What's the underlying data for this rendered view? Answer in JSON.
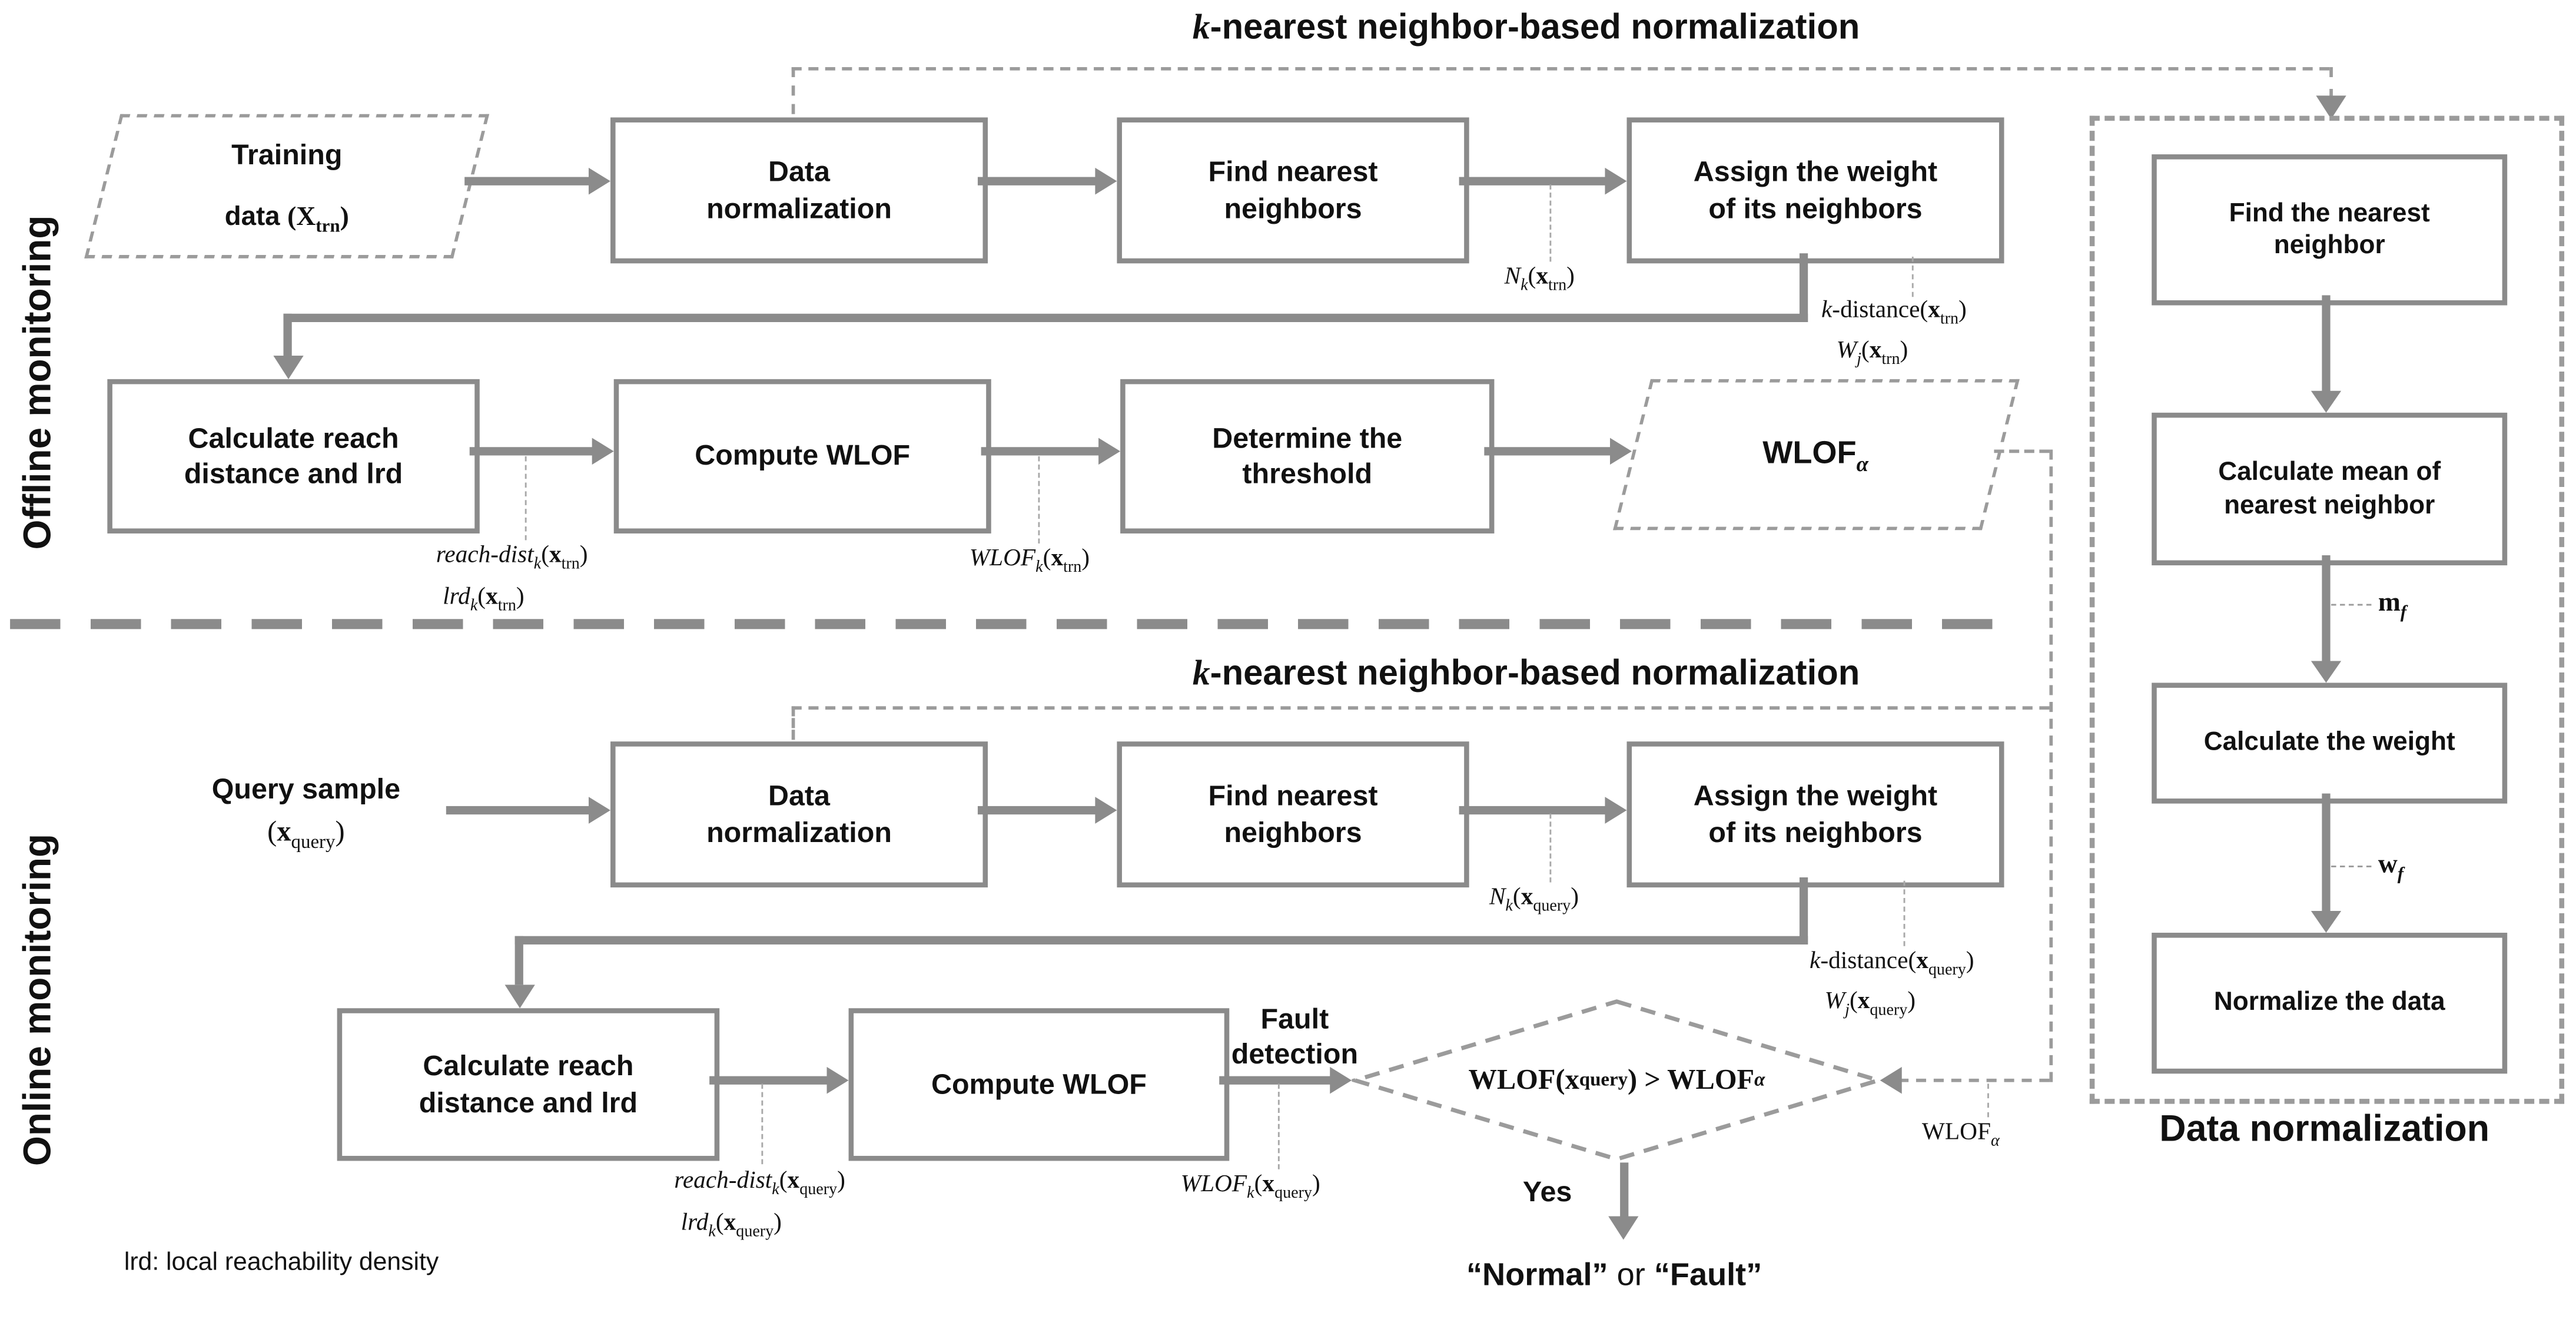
{
  "colors": {
    "line_solid": "#8b8b8b",
    "line_dashed": "#9b9b9b",
    "text": "#111111",
    "background": "#ffffff"
  },
  "sections": {
    "offline": "Offline monitoring",
    "online": "Online monitoring"
  },
  "knn_title": [
    [
      "bi",
      "k"
    ],
    [
      "sans-b",
      "-nearest neighbor-based normalization"
    ]
  ],
  "note": "lrd: local reachability density",
  "offline": {
    "input_line1": "Training",
    "input_line2": [
      [
        "sans-b",
        "data "
      ],
      [
        "r",
        "("
      ],
      [
        "b",
        "X"
      ],
      [
        "sub",
        "trn"
      ],
      [
        "r",
        ")"
      ]
    ],
    "box_normalize": "Data\nnormalization",
    "box_find": "Find nearest\nneighbors",
    "box_assign": "Assign the weight\nof its neighbors",
    "box_reach": "Calculate reach\ndistance and lrd",
    "box_wlof": "Compute WLOF",
    "box_threshold": "Determine the\nthreshold",
    "output_wlof_alpha": [
      [
        "sans-b",
        "WLOF"
      ],
      [
        "isub",
        "α"
      ]
    ],
    "lbl_nk": [
      [
        "i",
        "N"
      ],
      [
        "isub",
        "k"
      ],
      [
        "r",
        "("
      ],
      [
        "b",
        "x"
      ],
      [
        "sub",
        "trn"
      ],
      [
        "r",
        ")"
      ]
    ],
    "lbl_kdist": [
      [
        "i",
        "k"
      ],
      [
        "r",
        "-distance("
      ],
      [
        "b",
        "x"
      ],
      [
        "sub",
        "trn"
      ],
      [
        "r",
        ")"
      ]
    ],
    "lbl_wj": [
      [
        "i",
        "W"
      ],
      [
        "isub",
        "j"
      ],
      [
        "r",
        "("
      ],
      [
        "b",
        "x"
      ],
      [
        "sub",
        "trn"
      ],
      [
        "r",
        ")"
      ]
    ],
    "lbl_reachdist": [
      [
        "i",
        "reach-dist"
      ],
      [
        "isub",
        "k"
      ],
      [
        "r",
        "("
      ],
      [
        "b",
        "x"
      ],
      [
        "sub",
        "trn"
      ],
      [
        "r",
        ")"
      ]
    ],
    "lbl_lrd": [
      [
        "i",
        "lrd"
      ],
      [
        "isub",
        "k"
      ],
      [
        "r",
        "("
      ],
      [
        "b",
        "x"
      ],
      [
        "sub",
        "trn"
      ],
      [
        "r",
        ")"
      ]
    ],
    "lbl_wlofk": [
      [
        "i",
        "WLOF"
      ],
      [
        "isub",
        "k"
      ],
      [
        "r",
        "("
      ],
      [
        "b",
        "x"
      ],
      [
        "sub",
        "trn"
      ],
      [
        "r",
        ")"
      ]
    ]
  },
  "online": {
    "input_line1": "Query sample",
    "input_line2": [
      [
        "r",
        "("
      ],
      [
        "b",
        "x"
      ],
      [
        "sub",
        "query"
      ],
      [
        "r",
        ")"
      ]
    ],
    "box_normalize": "Data\nnormalization",
    "box_find": "Find nearest\nneighbors",
    "box_assign": "Assign the weight\nof its neighbors",
    "box_reach": "Calculate reach\ndistance and lrd",
    "box_wlof": "Compute WLOF",
    "fault_detection": "Fault\ndetection",
    "decision": [
      [
        "b",
        "WLOF("
      ],
      [
        "b",
        "x"
      ],
      [
        "bsub",
        "query"
      ],
      [
        "b",
        ") > WLOF"
      ],
      [
        "bisub",
        "α"
      ]
    ],
    "yes": "Yes",
    "result": [
      [
        "sans-b",
        "“Normal”"
      ],
      [
        "sans-r",
        " or "
      ],
      [
        "sans-b",
        "“Fault”"
      ]
    ],
    "lbl_nk": [
      [
        "i",
        "N"
      ],
      [
        "isub",
        "k"
      ],
      [
        "r",
        "("
      ],
      [
        "b",
        "x"
      ],
      [
        "sub",
        "query"
      ],
      [
        "r",
        ")"
      ]
    ],
    "lbl_kdist": [
      [
        "i",
        "k"
      ],
      [
        "r",
        "-distance("
      ],
      [
        "b",
        "x"
      ],
      [
        "sub",
        "query"
      ],
      [
        "r",
        ")"
      ]
    ],
    "lbl_wj": [
      [
        "i",
        "W"
      ],
      [
        "isub",
        "j"
      ],
      [
        "r",
        "("
      ],
      [
        "b",
        "x"
      ],
      [
        "sub",
        "query"
      ],
      [
        "r",
        ")"
      ]
    ],
    "lbl_reachdist": [
      [
        "i",
        "reach-dist"
      ],
      [
        "isub",
        "k"
      ],
      [
        "r",
        "("
      ],
      [
        "b",
        "x"
      ],
      [
        "sub",
        "query"
      ],
      [
        "r",
        ")"
      ]
    ],
    "lbl_lrd": [
      [
        "i",
        "lrd"
      ],
      [
        "isub",
        "k"
      ],
      [
        "r",
        "("
      ],
      [
        "b",
        "x"
      ],
      [
        "sub",
        "query"
      ],
      [
        "r",
        ")"
      ]
    ],
    "lbl_wlofk": [
      [
        "i",
        "WLOF"
      ],
      [
        "isub",
        "k"
      ],
      [
        "r",
        "("
      ],
      [
        "b",
        "x"
      ],
      [
        "sub",
        "query"
      ],
      [
        "r",
        ")"
      ]
    ],
    "lbl_wlof_alpha": [
      [
        "r",
        "WLOF"
      ],
      [
        "isub",
        "α"
      ]
    ]
  },
  "panel": {
    "caption": "Data normalization",
    "box_find": "Find the nearest\nneighbor",
    "box_mean": "Calculate mean of\nnearest neighbor",
    "box_weight": "Calculate the weight",
    "box_normalize": "Normalize the data",
    "lbl_mf": [
      [
        "b",
        "m"
      ],
      [
        "bisub",
        "f"
      ]
    ],
    "lbl_wf": [
      [
        "b",
        "w"
      ],
      [
        "bisub",
        "f"
      ]
    ]
  }
}
